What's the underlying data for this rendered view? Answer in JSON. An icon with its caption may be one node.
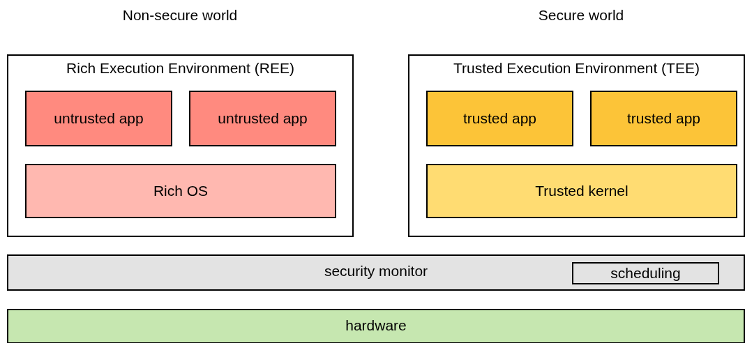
{
  "diagram": {
    "nodes": [
      {
        "text": [
          "Rich Execution Environment (REE)"
        ]
      },
      {
        "text": [
          "untrusted app"
        ],
        "in": 0
      },
      {
        "text": [
          "untrusted app"
        ],
        "in": 0
      },
      {
        "text": [
          "Rich OS"
        ],
        "in": 0
      },
      {
        "text": [
          "Trusted Execution Environment (TEE)"
        ]
      },
      {
        "text": [
          "trusted app"
        ],
        "in": 4
      },
      {
        "text": [
          "trusted app"
        ],
        "in": 4
      },
      {
        "text": [
          "Trusted kernel"
        ],
        "in": 4
      },
      {
        "text": [
          "security monitor"
        ]
      },
      {
        "text": [
          "scheduling"
        ],
        "in": 8
      },
      {
        "text": [
          "hardware"
        ]
      }
    ],
    "labels": [
      "Non-secure world",
      "Secure world"
    ]
  }
}
